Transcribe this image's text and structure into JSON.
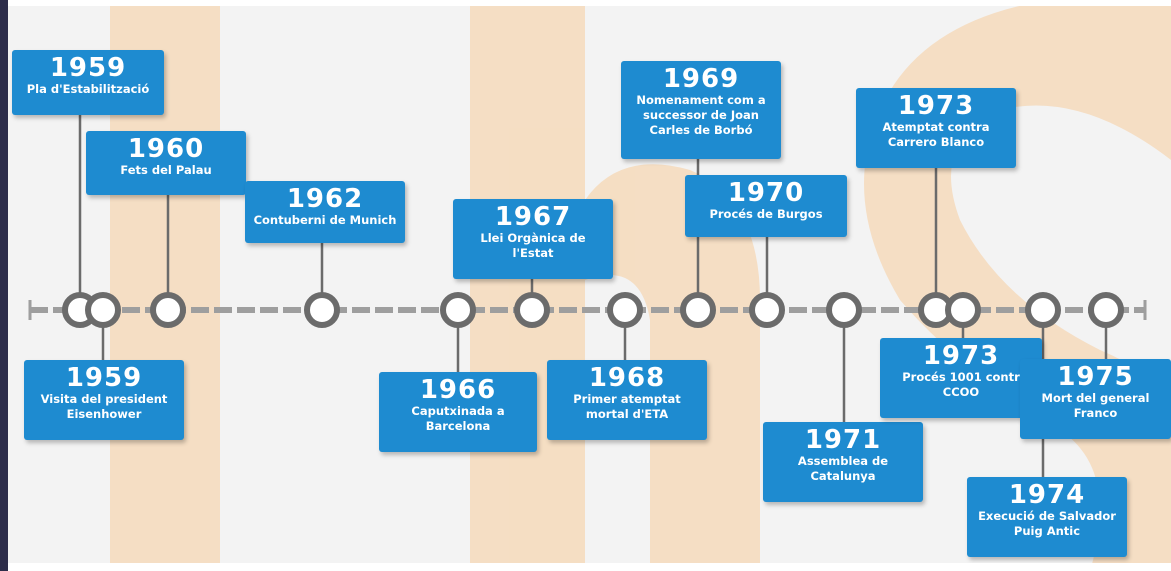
{
  "colors": {
    "box": "#1e8bd0",
    "line": "#9e9e9e",
    "circle": "#6b6b6b",
    "watermark": "#f6d7b4",
    "background": "#f3f3f3"
  },
  "events": [
    {
      "id": "1959a",
      "year": "1959",
      "desc": "Pla d'Estabilització",
      "side": "top"
    },
    {
      "id": "1959b",
      "year": "1959",
      "desc": "Visita del president\nEisenhower",
      "side": "bottom"
    },
    {
      "id": "1960",
      "year": "1960",
      "desc": "Fets del Palau",
      "side": "top"
    },
    {
      "id": "1962",
      "year": "1962",
      "desc": "Contuberni de Munich",
      "side": "top"
    },
    {
      "id": "1966",
      "year": "1966",
      "desc": "Caputxinada a\nBarcelona",
      "side": "bottom"
    },
    {
      "id": "1967",
      "year": "1967",
      "desc": "Llei Orgànica de\nl'Estat",
      "side": "top"
    },
    {
      "id": "1968",
      "year": "1968",
      "desc": "Primer atemptat\nmortal d'ETA",
      "side": "bottom"
    },
    {
      "id": "1969",
      "year": "1969",
      "desc": "Nomenament com a\nsuccessor de Joan\nCarles de Borbó",
      "side": "top"
    },
    {
      "id": "1970",
      "year": "1970",
      "desc": "Procés de Burgos",
      "side": "top"
    },
    {
      "id": "1971",
      "year": "1971",
      "desc": "Assemblea de\nCatalunya",
      "side": "bottom"
    },
    {
      "id": "1973a",
      "year": "1973",
      "desc": "Atemptat contra\nCarrero Blanco",
      "side": "top"
    },
    {
      "id": "1973b",
      "year": "1973",
      "desc": "Procés 1001 contr\nCCOO",
      "side": "bottom"
    },
    {
      "id": "1974",
      "year": "1974",
      "desc": "Execució de Salvador\nPuig Antic",
      "side": "bottom"
    },
    {
      "id": "1975",
      "year": "1975",
      "desc": "Mort del general\nFranco",
      "side": "bottom"
    }
  ]
}
